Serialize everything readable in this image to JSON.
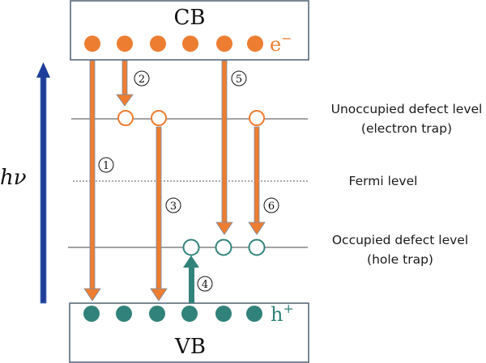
{
  "diagram": {
    "colors": {
      "electron": "#ED7D31",
      "hole": "#31827A",
      "photon_arrow": "#1F3E9A",
      "box_border": "#4E6074",
      "level_line": "#6B6B6B"
    },
    "conduction_band": {
      "label": "CB",
      "carrier_symbol": "e",
      "carrier_charge": "−",
      "carrier_count": 6
    },
    "valence_band": {
      "label": "VB",
      "carrier_symbol": "h",
      "carrier_charge": "+",
      "carrier_count": 6
    },
    "photon": {
      "label": "hν",
      "direction": "up"
    },
    "levels": [
      {
        "id": "unoccupied",
        "line1": "Unoccupied defect level",
        "line2": "(electron trap)",
        "style": "solid"
      },
      {
        "id": "fermi",
        "line1": "Fermi level",
        "line2": "",
        "style": "dotted"
      },
      {
        "id": "occupied",
        "line1": "Occupied defect level",
        "line2": "(hole trap)",
        "style": "solid"
      }
    ],
    "transitions": [
      {
        "number": "1",
        "label": "①",
        "from": "CB",
        "to": "VB",
        "carrier": "electron"
      },
      {
        "number": "2",
        "label": "②",
        "from": "CB",
        "to": "unoccupied",
        "carrier": "electron"
      },
      {
        "number": "3",
        "label": "③",
        "from": "unoccupied",
        "to": "VB",
        "carrier": "electron"
      },
      {
        "number": "4",
        "label": "④",
        "from": "VB",
        "to": "occupied",
        "carrier": "hole"
      },
      {
        "number": "5",
        "label": "⑤",
        "from": "CB",
        "to": "occupied",
        "carrier": "electron"
      },
      {
        "number": "6",
        "label": "⑥",
        "from": "unoccupied",
        "to": "occupied",
        "carrier": "electron"
      }
    ]
  }
}
